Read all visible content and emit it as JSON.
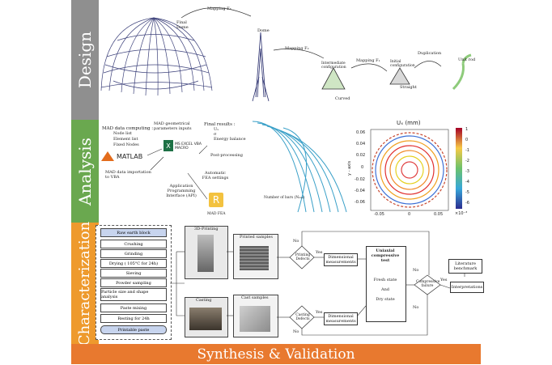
{
  "bands": {
    "design": "Design",
    "analysis": "Analysis",
    "characterization": "Characterization",
    "synthesis": "Synthesis & Validation"
  },
  "colors": {
    "design": "#8f8f8f",
    "analysis": "#6aa84f",
    "characterization": "#ee9a2d",
    "synthesis": "#e8792f"
  },
  "design": {
    "labels": {
      "mapping3": "Mapping F₃",
      "final_dome": "Final Dome",
      "dome": "Dome",
      "mapping2": "Mapping F₂",
      "mapping1": "Mapping F₁",
      "intermediate": "Intermediate configuration",
      "initial": "Initial configuration",
      "duplication": "Duplication",
      "unit_rod": "Unit rod",
      "curved": "Curved",
      "straight": "Straight"
    }
  },
  "analysis": {
    "mad_computing_title": "MAD data computing :",
    "mad_computing_items": [
      "Node list",
      "Element list",
      "Fixed Nodes"
    ],
    "matlab": "MATLAB",
    "mad_import": "MAD data importation to VBA",
    "geom_params": "MAD geometrical parameters inputs",
    "excel": "MS EXCEL VBA MACRO",
    "api": "Application Programming Interface (API)",
    "auto_fea": "Automatic FEA settings",
    "mad_fea": "MAD FEA",
    "final_results_title": "Final results :",
    "final_results_items": [
      "Uₓ",
      "σ",
      "Energy balance"
    ],
    "post_processing": "Post-processing",
    "number_of_bars": "Number of bars (Nₙₐₓ)"
  },
  "plot": {
    "title": "Uₓ (mm)",
    "ylabel": "y - axis",
    "xticks": [
      "-0.05",
      "0",
      "0.05"
    ],
    "yticks": [
      "0.06",
      "0.04",
      "0.02",
      "0",
      "-0.02",
      "-0.04",
      "-0.06"
    ],
    "colorbar_ticks": [
      "1",
      "0",
      "-1",
      "-2",
      "-3",
      "-4",
      "-5",
      "-6"
    ],
    "colorbar_exp": "×10⁻³"
  },
  "characterization": {
    "steps": [
      "Raw earth block",
      "Crushing",
      "Grinding",
      "Drying ( 105°C for 24h)",
      "Sieving",
      "Powder sampling",
      "Particle size and shape analysis",
      "Paste mixing",
      "Resting for 24h",
      "Printable paste"
    ],
    "printing": "3D-Printing",
    "printed_samples": "Printed samples",
    "casting": "Casting",
    "cast_samples": "Cast samples",
    "printing_defects": "Printing Defects",
    "casting_defects": "Casting Defects",
    "dimensional": "Dimensional measurements",
    "dimensional2": "Dimensional measurements",
    "uniaxial": "Uniaxial compressive test",
    "fresh_state": "Fresh state",
    "and": "And",
    "dry_state": "Dry state",
    "compressive_failure": "Compressive failure",
    "literature": "Literature benchmark",
    "interpretations": "Interpretations",
    "yes": "Yes",
    "no": "No"
  }
}
